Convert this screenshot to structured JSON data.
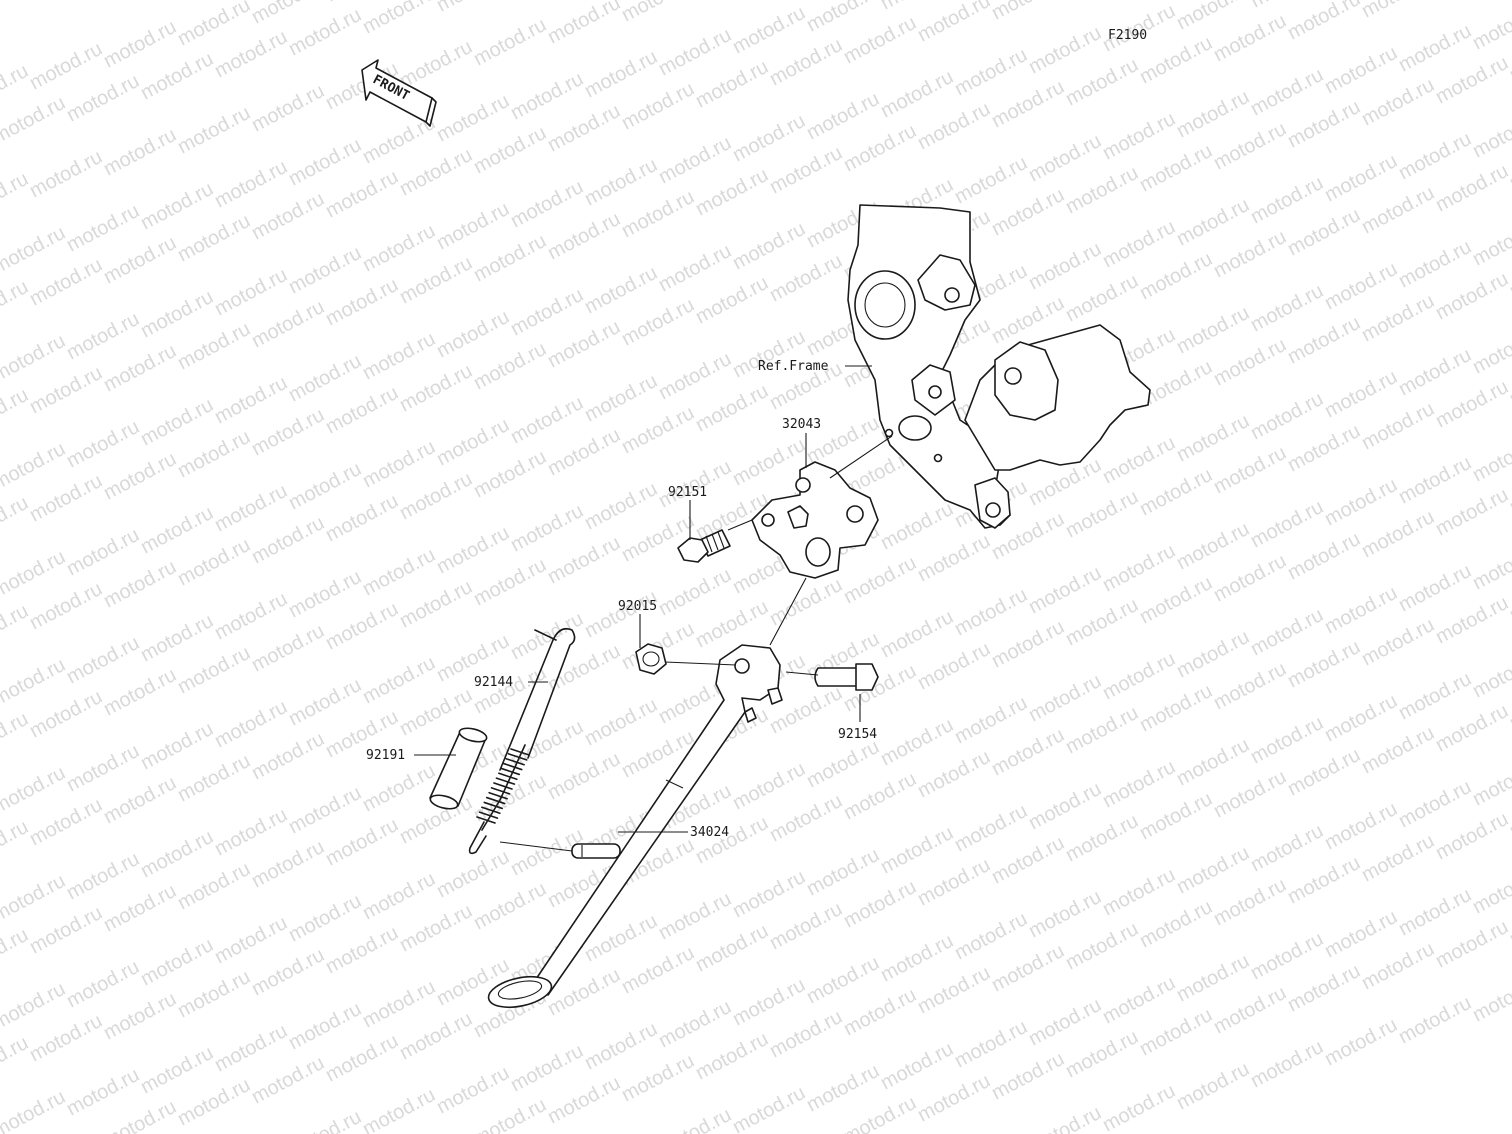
{
  "figure_code": "F2190",
  "front_arrow_label": "FRONT",
  "watermark_text": "motod.ru",
  "callouts": {
    "ref_frame": "Ref.Frame",
    "p32043": "32043",
    "p92151": "92151",
    "p92015": "92015",
    "p92144": "92144",
    "p92191": "92191",
    "p92154": "92154",
    "p34024": "34024"
  },
  "colors": {
    "ink": "#1a1a1a",
    "watermark": "#d9d9d9",
    "background": "#ffffff"
  }
}
